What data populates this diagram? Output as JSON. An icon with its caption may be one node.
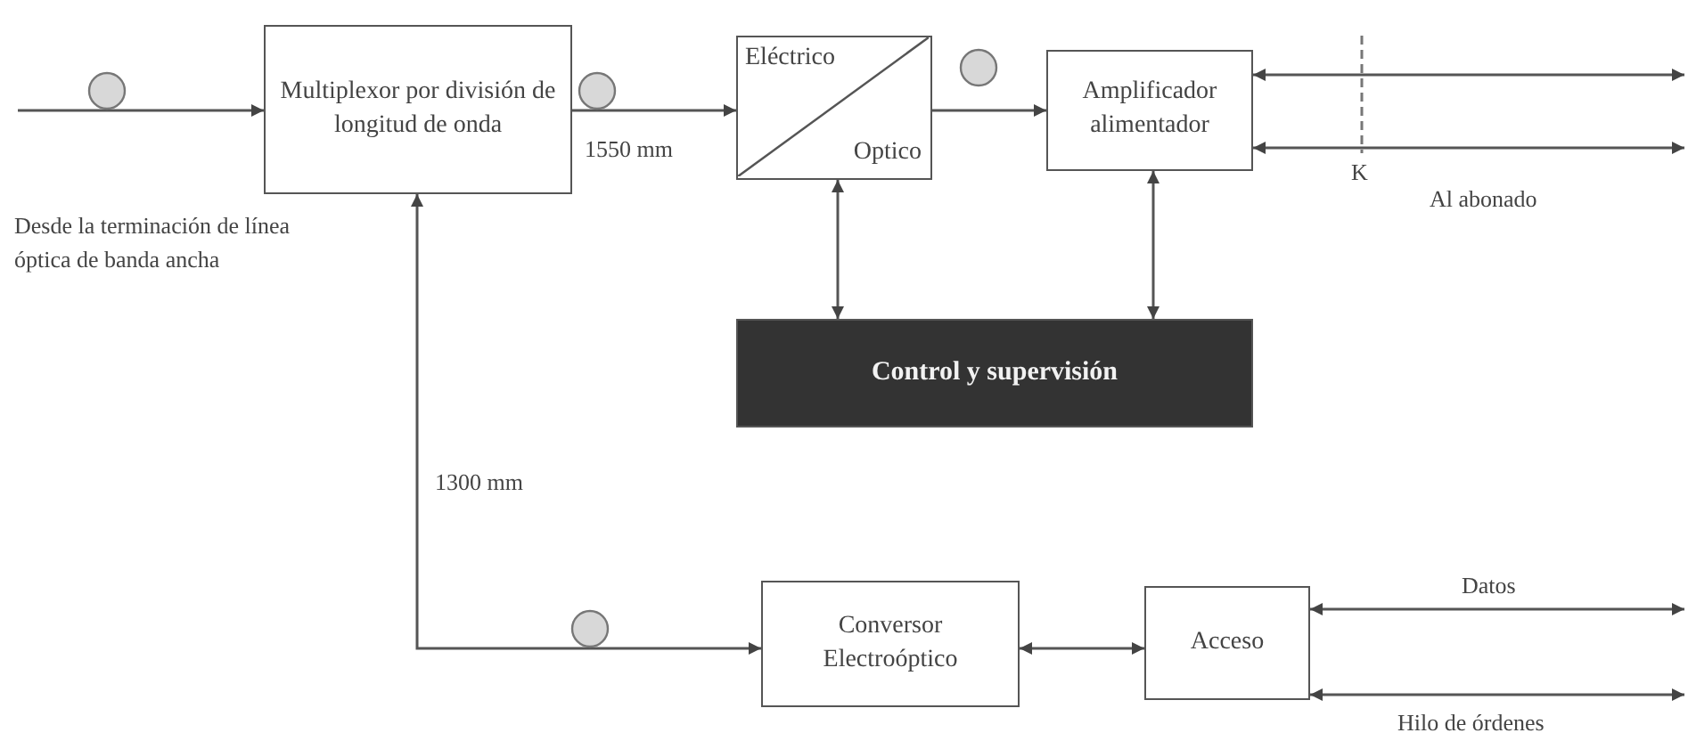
{
  "diagram": {
    "nodes": [
      {
        "text": [
          "Multiplexor por división de longitud de onda"
        ]
      },
      {
        "text": [
          "Eléctrico",
          "Optico"
        ]
      },
      {
        "text": [
          "Amplificador alimentador"
        ]
      },
      {
        "text": [
          "Control y supervisión"
        ]
      },
      {
        "text": [
          "Conversor Electroóptico"
        ]
      },
      {
        "text": [
          "Acceso"
        ]
      }
    ],
    "edges": [
      {
        "from": null,
        "to": 0,
        "arrow": "to"
      },
      {
        "from": 0,
        "to": 1,
        "arrow": "to",
        "label": "1550 mm"
      },
      {
        "from": 1,
        "to": 2,
        "arrow": "to"
      },
      {
        "from": 2,
        "to": null,
        "arrow": "both"
      },
      {
        "from": 2,
        "to": null,
        "arrow": "both"
      },
      {
        "from": 1,
        "to": 3,
        "arrow": "both"
      },
      {
        "from": 2,
        "to": 3,
        "arrow": "both"
      },
      {
        "from": 4,
        "to": 0,
        "arrow": "both",
        "label": "1300 mm"
      },
      {
        "from": 4,
        "to": 5,
        "arrow": "both"
      },
      {
        "from": 5,
        "to": null,
        "arrow": "both",
        "label": "Datos"
      },
      {
        "from": 5,
        "to": null,
        "arrow": "both",
        "label": "Hilo de órdenes"
      }
    ],
    "labels": [
      "Desde la terminación de línea óptica de banda ancha",
      "K",
      "Al abonado"
    ]
  }
}
